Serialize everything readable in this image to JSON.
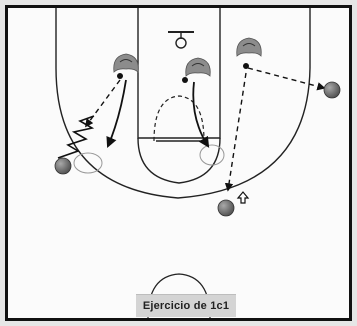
{
  "caption": "Ejercicio de 1c1",
  "colors": {
    "court_lines": "#222222",
    "paint_fill": "#ffffff",
    "attacker_ball": "#7a7a7a",
    "defender_body": "#8c8c8c",
    "arrow": "#111111"
  },
  "players": [
    {
      "role": "defender",
      "label": "left-wing-defender"
    },
    {
      "role": "defender",
      "label": "center-defender"
    },
    {
      "role": "defender",
      "label": "right-wing-defender"
    },
    {
      "role": "attacker",
      "label": "left-attacker"
    },
    {
      "role": "attacker",
      "label": "bottom-attacker"
    },
    {
      "role": "attacker",
      "label": "right-attacker"
    }
  ]
}
